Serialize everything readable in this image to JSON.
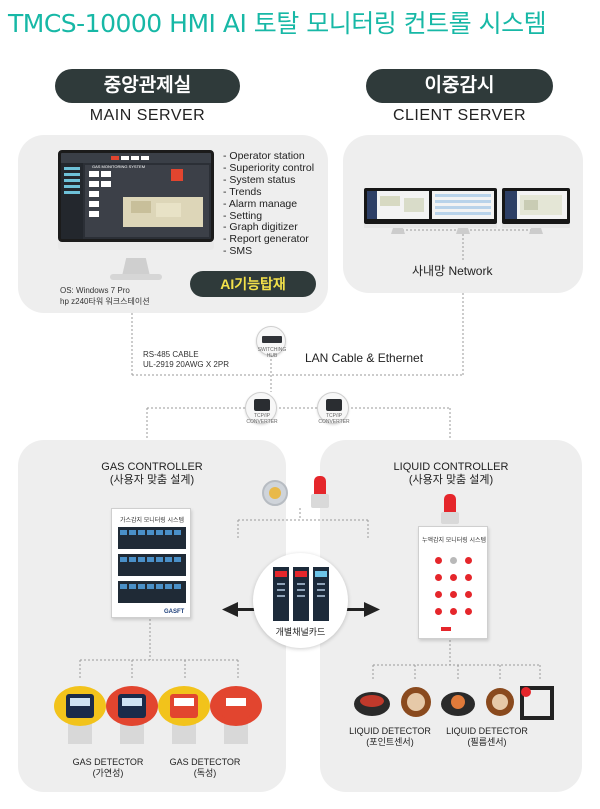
{
  "title": "TMCS-10000 HMI  AI 토탈 모니터링 컨트롤 시스템",
  "main": {
    "pill": "중앙관제실",
    "heading": "MAIN SERVER",
    "screen_title": "GAS MONITORING SYSTEM",
    "features": [
      "- Operator station",
      "- Superiority control",
      "- System status",
      "- Trends",
      "- Alarm manage",
      "- Setting",
      "- Graph digitizer",
      "- Report generator",
      "- SMS"
    ],
    "os_line1": "OS: Windows 7 Pro",
    "os_line2": "hp z240타워 워크스테이션",
    "ai_badge": "AI기능탑재"
  },
  "client": {
    "pill": "이중감시",
    "heading": "CLIENT SERVER",
    "network": "사내망 Network"
  },
  "network": {
    "rs485_line1": "RS-485 CABLE",
    "rs485_line2": "UL-2919 20AWG X 2PR",
    "lan": "LAN Cable & Ethernet",
    "hub_line1": "SWITCHING",
    "hub_line2": "HUB",
    "converter_line1": "TCP/IP",
    "converter_line2": "CONVERTER"
  },
  "gas_controller": {
    "title": "GAS CONTROLLER",
    "subtitle": "(사용자 맞춤 설계)",
    "cabinet_label": "가스감지 모니터링 시스템",
    "brand": "GASFT",
    "detectors": [
      {
        "name": "GAS DETECTOR",
        "type": "(가연성)"
      },
      {
        "name": "GAS DETECTOR",
        "type": "(독성)"
      }
    ]
  },
  "card": {
    "label": "개별채널카드"
  },
  "liquid_controller": {
    "title": "LIQUID CONTROLLER",
    "subtitle": "(사용자 맞춤 설계)",
    "cabinet_label": "누액감지 모니터링 시스템",
    "detectors": [
      {
        "name": "LIQUID DETECTOR",
        "type": "(포인트센서)"
      },
      {
        "name": "LIQUID DETECTOR",
        "type": "(필름센서)"
      }
    ]
  },
  "colors": {
    "title": "#17b8a6",
    "pill_bg": "#2f3a3a",
    "ai_text": "#f3e14a",
    "panel_bg": "#eeeeee",
    "alarm_red": "#e5262b",
    "gas_yellow": "#f2c31b",
    "gas_red": "#e2452f"
  }
}
